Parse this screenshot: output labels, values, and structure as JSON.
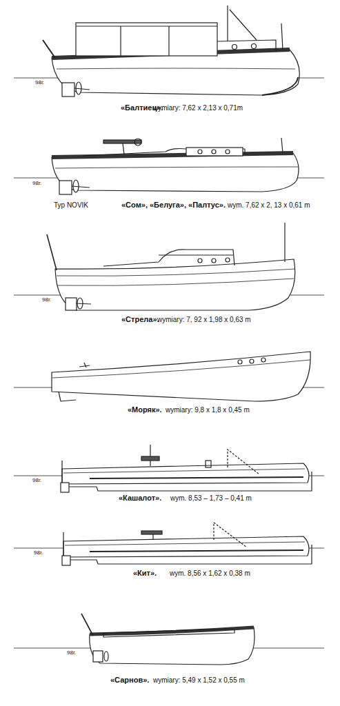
{
  "diagram": {
    "labels": [
      "«Балтиец».",
      "wymiary: 7,62 x 2,13 x 0,71m",
      "98г.",
      "Typ NOVIK",
      "«Сом», «Белуга», «Палтус».",
      "wym. 7,62 x 2, 13 x 0,61 m",
      "98г.",
      "«Стрела».",
      "wymiary: 7, 92 x 1,98 x 0,63 m",
      "98г.",
      "«Моряк».",
      "wymiary: 9,8 x 1,8 x 0,45 m",
      "«Кашалот».",
      "wym. 8,53 – 1,73 – 0,41 m",
      "98г.",
      "«Кит».",
      "wym. 8,56 x 1,62 x 0,38 m",
      "98г.",
      "«Сарнов».",
      "wymiary: 5,49 x 1,52 x 0,55 m",
      "98г."
    ]
  }
}
